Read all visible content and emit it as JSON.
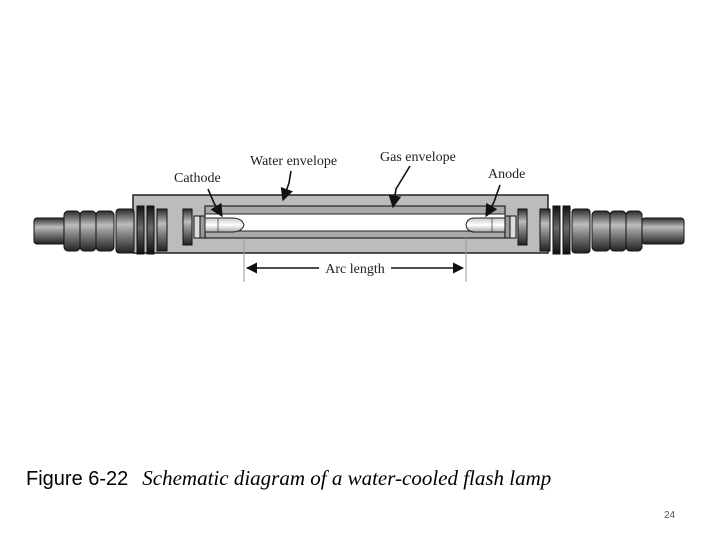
{
  "diagram": {
    "labels": {
      "water_envelope": "Water envelope",
      "gas_envelope": "Gas envelope",
      "cathode": "Cathode",
      "anode": "Anode",
      "arc_length": "Arc length"
    }
  },
  "caption": {
    "figure_number": "Figure 6-22",
    "text": "Schematic diagram of a water-cooled flash lamp"
  },
  "page_number": "24"
}
